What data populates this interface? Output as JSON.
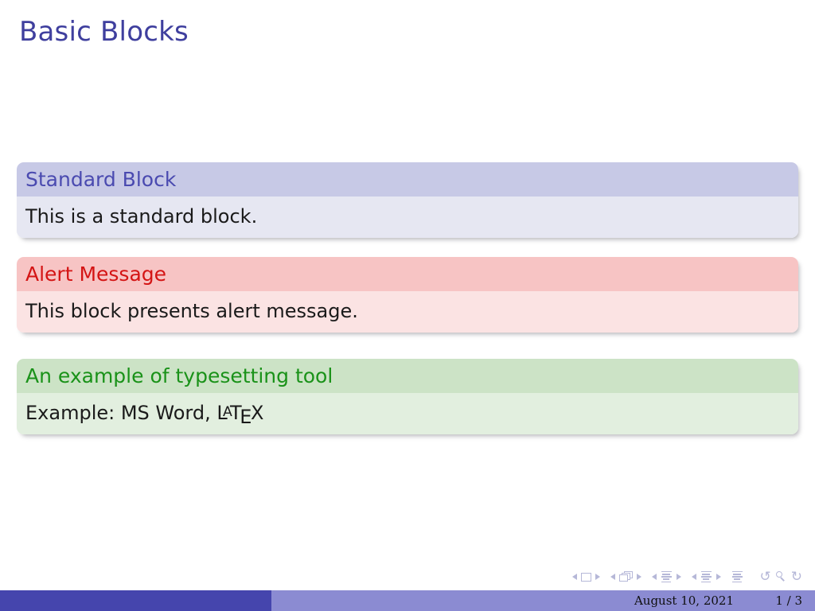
{
  "slide": {
    "title": "Basic Blocks"
  },
  "blocks": [
    {
      "kind": "standard",
      "title": "Standard Block",
      "body": "This is a standard block.",
      "title_color": "#4a4ab0",
      "header_bg": "#c7c9e6",
      "body_bg": "#e6e7f2"
    },
    {
      "kind": "alert",
      "title": "Alert Message",
      "body": "This block presents alert message.",
      "title_color": "#d41414",
      "header_bg": "#f7c4c4",
      "body_bg": "#fbe3e3"
    },
    {
      "kind": "example",
      "title": "An example of typesetting tool",
      "body_prefix": "Example:  MS Word, ",
      "body_logo": {
        "l": "L",
        "a": "A",
        "t": "T",
        "e": "E",
        "x": "X"
      },
      "title_color": "#1a9219",
      "header_bg": "#cce3c6",
      "body_bg": "#e2efdf"
    }
  ],
  "navigation": {
    "groups": [
      {
        "name": "slide-navigation",
        "icon": "slide-icon"
      },
      {
        "name": "frame-navigation",
        "icon": "frame-icon"
      },
      {
        "name": "subsection-navigation",
        "icon": "subsection-icon"
      },
      {
        "name": "section-navigation",
        "icon": "section-icon"
      }
    ],
    "appendix_icon": "appendix-icon",
    "back_glyph": "↺",
    "search_icon": "search-icon",
    "forward_glyph": "↻"
  },
  "footline": {
    "date": "August 10, 2021",
    "page": "1 / 3",
    "left_color": "#4545ad",
    "right_color": "#8b8bd2"
  },
  "theme": {
    "title_color": "#3f3f9e",
    "background": "#ffffff"
  }
}
